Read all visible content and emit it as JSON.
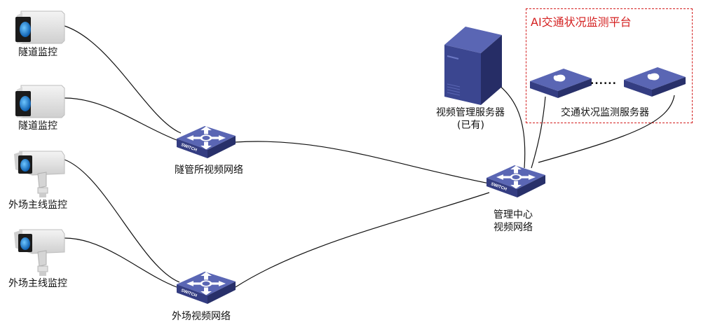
{
  "cameras": [
    {
      "type": "box",
      "label": "隧道监控"
    },
    {
      "type": "box",
      "label": "隧道监控"
    },
    {
      "type": "bullet",
      "label": "外场主线监控"
    },
    {
      "type": "bullet",
      "label": "外场主线监控"
    }
  ],
  "switches": {
    "tunnel": {
      "label": "隧管所视频网络",
      "badge": "SWITCH"
    },
    "field": {
      "label": "外场视频网络",
      "badge": "SWITCH"
    },
    "center": {
      "label_line1": "管理中心",
      "label_line2": "视频网络",
      "badge": "SWITCH"
    }
  },
  "video_server": {
    "label_line1": "视频管理服务器",
    "label_line2": "(已有)"
  },
  "ai_platform": {
    "title": "AI交通状况监测平台",
    "server_label": "交通状况监测服务器",
    "ellipsis": "......"
  },
  "colors": {
    "device_blue": "#3b4690",
    "platform_border": "#d42020",
    "lens": "#1e88e5"
  }
}
